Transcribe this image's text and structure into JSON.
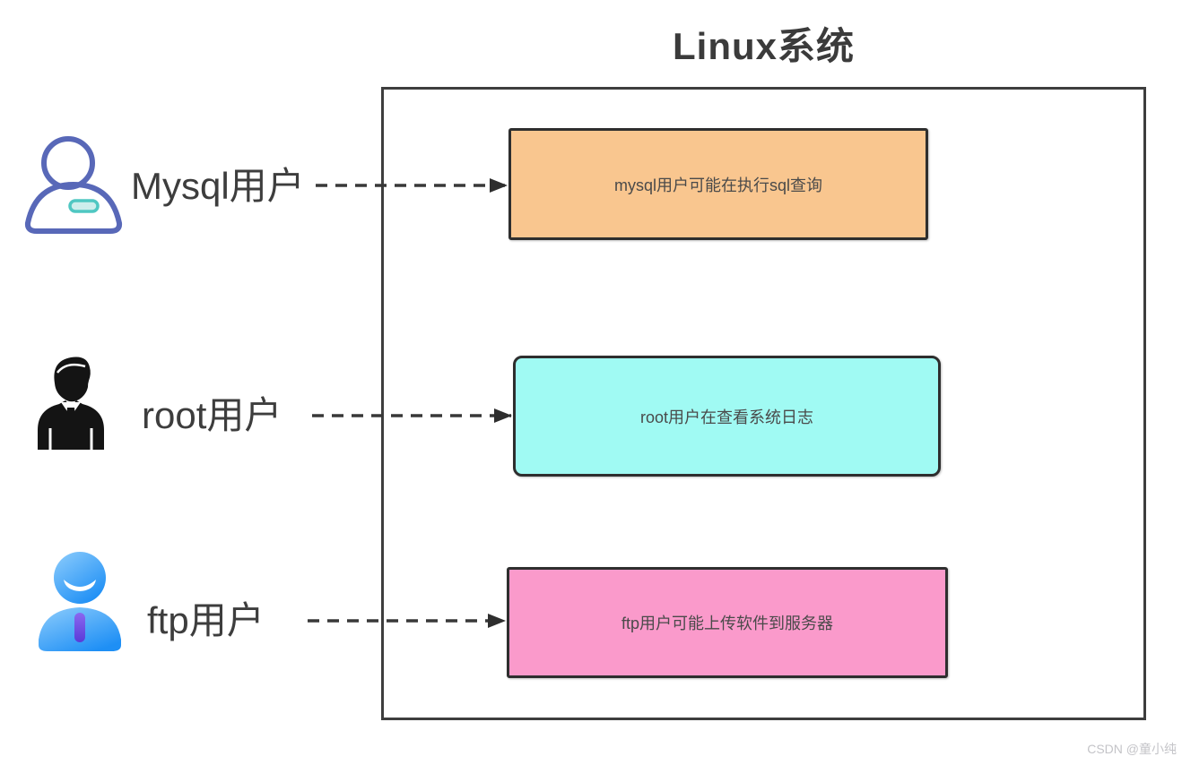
{
  "page": {
    "title": "Linux系统",
    "watermark": "CSDN @童小纯"
  },
  "users": [
    {
      "label": "Mysql用户",
      "icon": "outline-user-icon",
      "box_text": "mysql用户可能在执行sql查询",
      "box_color": "#f9c68f"
    },
    {
      "label": "root用户",
      "icon": "business-user-icon",
      "box_text": "root用户在查看系统日志",
      "box_color": "#a0faf3"
    },
    {
      "label": "ftp用户",
      "icon": "blue-user-icon",
      "box_text": "ftp用户可能上传软件到服务器",
      "box_color": "#fa9acb"
    }
  ],
  "colors": {
    "frame_border": "#3e3e3e",
    "box_border": "#2e2e2e",
    "arrow": "#383838",
    "title_text": "#3b3b3b",
    "label_text": "#3d3d3d",
    "box_text": "#4a4a4a",
    "watermark_text": "#c4c4c8",
    "mysql_icon_stroke": "#5868b8",
    "mysql_icon_accent": "#4fc7c2",
    "root_icon_fill": "#141414",
    "ftp_icon_blue": "#2e9df7",
    "ftp_icon_tie": "#6c4fe0"
  }
}
